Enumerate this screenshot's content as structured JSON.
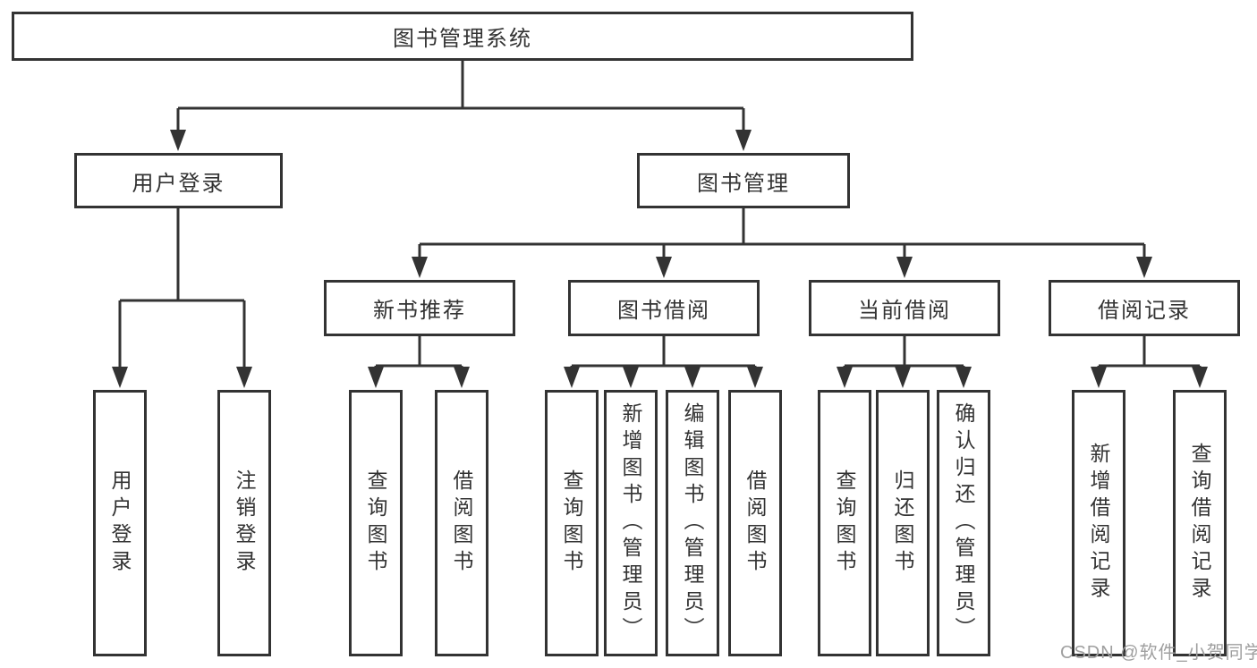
{
  "diagram": {
    "root": {
      "label": "图书管理系统"
    },
    "level2": [
      {
        "label": "用户登录",
        "children": [
          {
            "label": "用户登录"
          },
          {
            "label": "注销登录"
          }
        ]
      },
      {
        "label": "图书管理",
        "children": [
          {
            "label": "新书推荐",
            "children": [
              {
                "label": "查询图书"
              },
              {
                "label": "借阅图书"
              }
            ]
          },
          {
            "label": "图书借阅",
            "children": [
              {
                "label": "查询图书"
              },
              {
                "label": "新增图书（管理员）"
              },
              {
                "label": "编辑图书（管理员）"
              },
              {
                "label": "借阅图书"
              }
            ]
          },
          {
            "label": "当前借阅",
            "children": [
              {
                "label": "查询图书"
              },
              {
                "label": "归还图书"
              },
              {
                "label": "确认归还（管理员）"
              }
            ]
          },
          {
            "label": "借阅记录",
            "children": [
              {
                "label": "新增借阅记录"
              },
              {
                "label": "查询借阅记录"
              }
            ]
          }
        ]
      }
    ]
  },
  "watermark": {
    "text": "CSDN @软件_小贺同学"
  },
  "colors": {
    "line": "#333333",
    "box_border": "#333333",
    "text": "#333333",
    "watermark": "#9f9f9f",
    "background": "#ffffff"
  }
}
